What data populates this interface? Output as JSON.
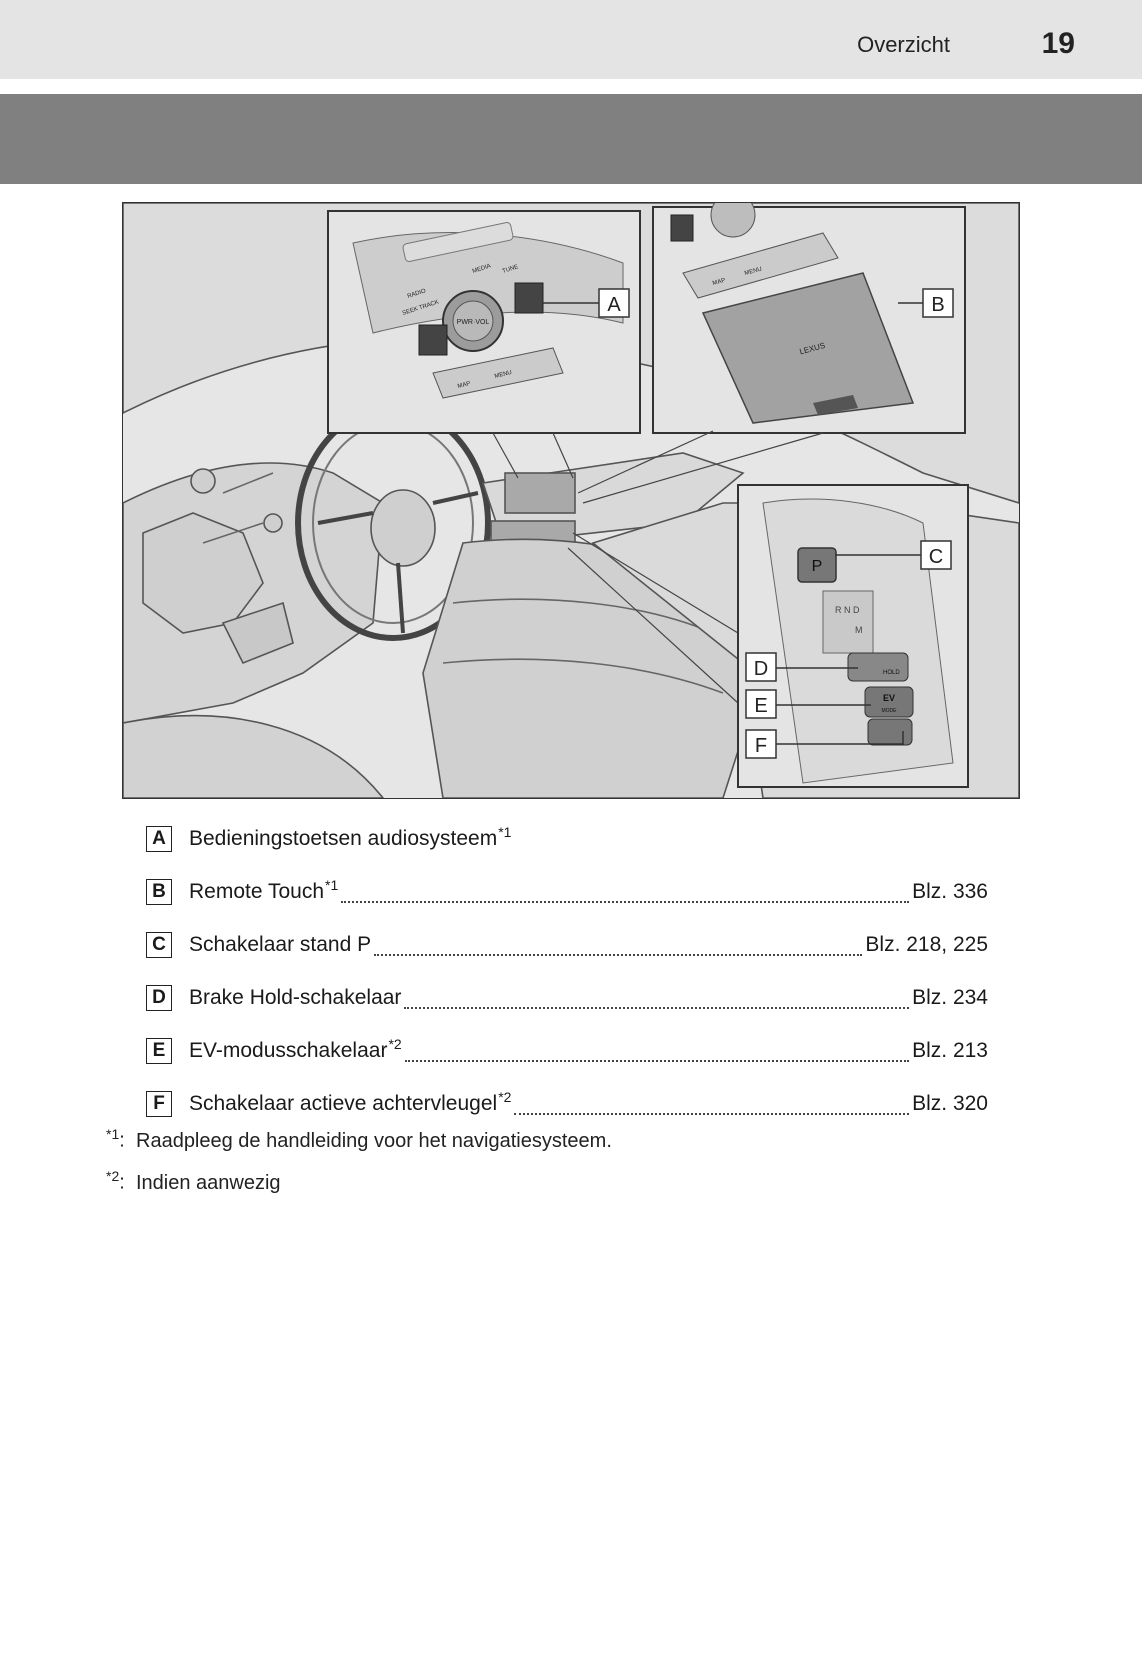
{
  "header": {
    "section_title": "Overzicht",
    "page_number": "19"
  },
  "figure": {
    "callouts": [
      "A",
      "B",
      "C",
      "D",
      "E",
      "F"
    ],
    "button_labels": {
      "radio": "RADIO",
      "seek_track": "SEEK TRACK",
      "pwr_vol": "PWR·VOL",
      "media": "MEDIA",
      "tune": "TUNE",
      "map": "MAP",
      "menu": "MENU",
      "lexus": "LEXUS",
      "p": "P",
      "gears": "R N D",
      "m": "M",
      "hold": "HOLD",
      "ev": "EV",
      "mode": "MODE"
    }
  },
  "legend": {
    "items": [
      {
        "key": "A",
        "text": "Bedieningstoetsen audiosysteem",
        "note": "*1",
        "page_ref": ""
      },
      {
        "key": "B",
        "text": "Remote Touch",
        "note": "*1",
        "page_ref": "Blz. 336"
      },
      {
        "key": "C",
        "text": "Schakelaar stand P",
        "note": "",
        "page_ref": "Blz. 218, 225"
      },
      {
        "key": "D",
        "text": "Brake Hold-schakelaar",
        "note": "",
        "page_ref": "Blz. 234"
      },
      {
        "key": "E",
        "text": "EV-modusschakelaar",
        "note": "*2",
        "page_ref": "Blz. 213"
      },
      {
        "key": "F",
        "text": "Schakelaar actieve achtervleugel",
        "note": "*2",
        "page_ref": "Blz. 320"
      }
    ]
  },
  "footnotes": [
    {
      "mark": "*1",
      "text": "Raadpleeg de handleiding voor het navigatiesysteem."
    },
    {
      "mark": "*2",
      "text": "Indien aanwezig"
    }
  ]
}
